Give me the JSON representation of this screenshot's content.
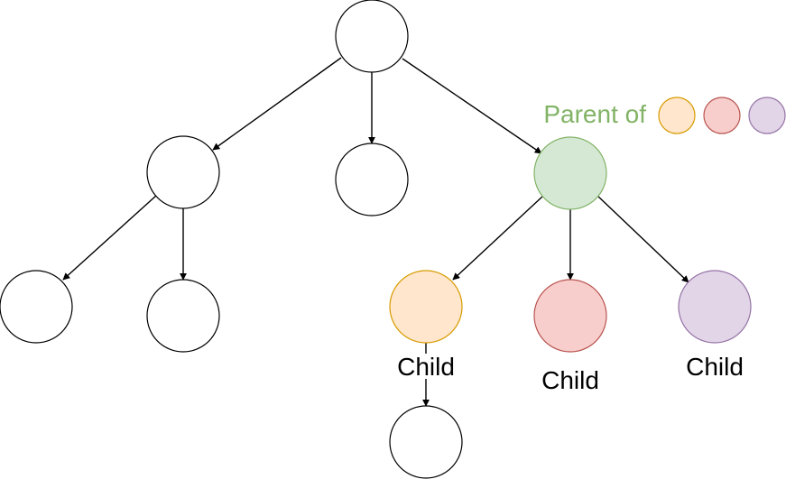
{
  "diagram": {
    "type": "tree",
    "legend": {
      "label": "Parent of",
      "label_color": "#82b366",
      "swatches": [
        {
          "fill": "#ffe6cc",
          "stroke": "#d79b00"
        },
        {
          "fill": "#f8cecc",
          "stroke": "#b85450"
        },
        {
          "fill": "#e1d5e7",
          "stroke": "#9673a6"
        }
      ]
    },
    "colors": {
      "default_fill": "#ffffff",
      "default_stroke": "#000000",
      "parent_fill": "#d5e8d4",
      "parent_stroke": "#82b366"
    },
    "nodes": [
      {
        "id": "root"
      },
      {
        "id": "n1"
      },
      {
        "id": "n2"
      },
      {
        "id": "parent",
        "role": "parent"
      },
      {
        "id": "n1a"
      },
      {
        "id": "n1b"
      },
      {
        "id": "child-orange",
        "label": "Child"
      },
      {
        "id": "child-red",
        "label": "Child"
      },
      {
        "id": "child-purple",
        "label": "Child"
      },
      {
        "id": "grandchild"
      }
    ],
    "edges": [
      {
        "from": "root",
        "to": "n1"
      },
      {
        "from": "root",
        "to": "n2"
      },
      {
        "from": "root",
        "to": "parent"
      },
      {
        "from": "n1",
        "to": "n1a"
      },
      {
        "from": "n1",
        "to": "n1b"
      },
      {
        "from": "parent",
        "to": "child-orange"
      },
      {
        "from": "parent",
        "to": "child-red"
      },
      {
        "from": "parent",
        "to": "child-purple"
      },
      {
        "from": "child-orange",
        "to": "grandchild"
      }
    ]
  }
}
